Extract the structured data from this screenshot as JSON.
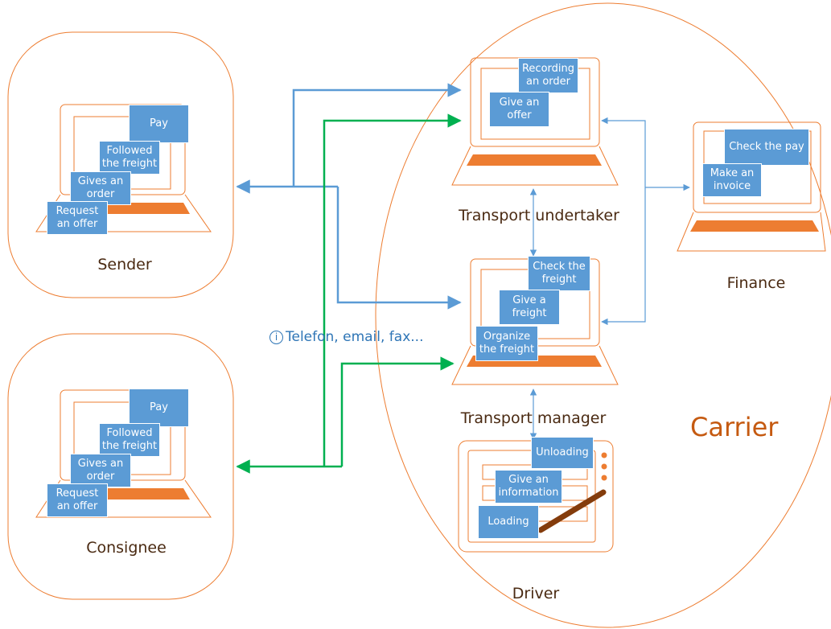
{
  "actors": {
    "sender": "Sender",
    "consignee": "Consignee",
    "transport_undertaker": "Transport undertaker",
    "transport_manager": "Transport manager",
    "finance": "Finance",
    "driver": "Driver",
    "carrier": "Carrier"
  },
  "channel_note": "Telefon, email, fax...",
  "channel_icon": "info-icon",
  "sender_tasks": [
    "Pay",
    "Followed\nthe freight",
    "Gives an\norder",
    "Request\nan offer"
  ],
  "consignee_tasks": [
    "Pay",
    "Followed\nthe freight",
    "Gives an\norder",
    "Request\nan offer"
  ],
  "undertaker_tasks": [
    "Recording\nan order",
    "Give an\noffer"
  ],
  "manager_tasks": [
    "Check the\nfreight",
    "Give a\nfreight",
    "Organize\nthe freight"
  ],
  "finance_tasks": [
    "Check the pay",
    "Make an\ninvoice"
  ],
  "driver_tasks": [
    "Unloading",
    "Give an\ninformation",
    "Loading"
  ],
  "colors": {
    "outline": "#ed7d31",
    "box": "#5b9bd5",
    "arrow_blue": "#5b9bd5",
    "arrow_green": "#00b050",
    "title": "#c55a11"
  }
}
